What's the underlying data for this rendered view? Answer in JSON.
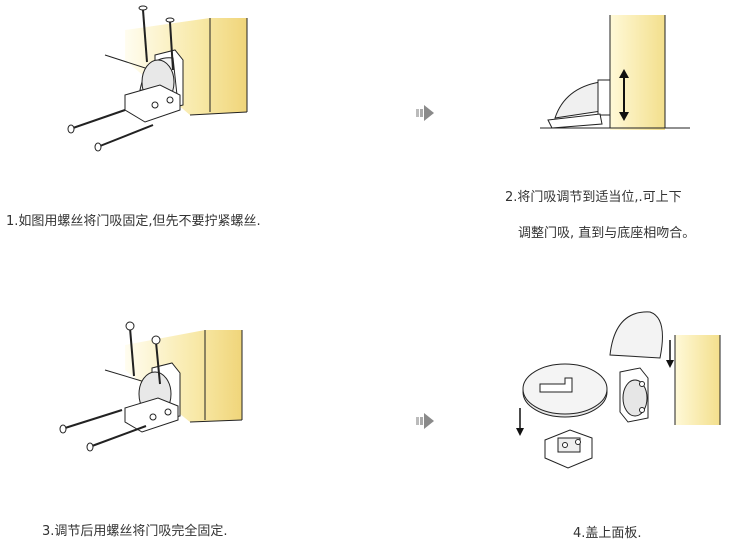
{
  "steps": [
    {
      "caption": "1.如图用螺丝将门吸固定,但先不要拧紧螺丝."
    },
    {
      "caption_line1": "2.将门吸调节到适当位,.可上下",
      "caption_line2": "调整门吸, 直到与底座相吻合。"
    },
    {
      "caption": "3.调节后用螺丝将门吸完全固定."
    },
    {
      "caption": "4.盖上面板."
    }
  ],
  "colors": {
    "wall_light": "#fffbe6",
    "wall_mid": "#fbefb8",
    "wall_dark": "#f3dc86",
    "line": "#222222",
    "arrow_gray": "#9a9a9a"
  }
}
